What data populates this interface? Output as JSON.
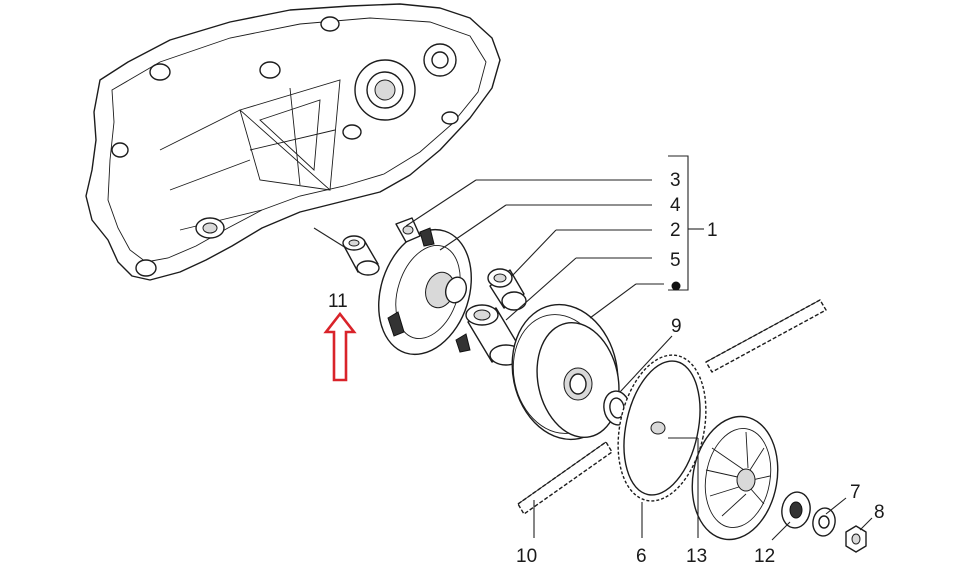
{
  "callouts": {
    "c1": "1",
    "c2": "2",
    "c3": "3",
    "c4": "4",
    "c5": "5",
    "c6": "6",
    "c7": "7",
    "c8": "8",
    "c9": "9",
    "c10": "10",
    "c11": "11",
    "c12": "12",
    "c13": "13"
  },
  "colors": {
    "arrow": "#d9232a",
    "ink": "#1a1a1a"
  },
  "icons": {
    "arrow": "up-arrow-icon",
    "bullet": "bullet-dot-icon"
  }
}
